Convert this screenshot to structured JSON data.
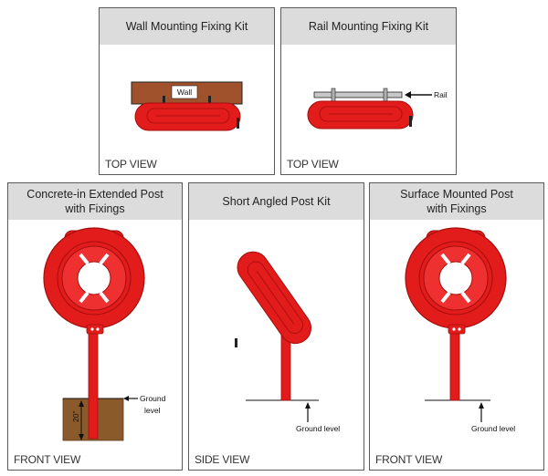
{
  "panels": {
    "wall": {
      "title": "Wall Mounting Fixing Kit",
      "view": "TOP VIEW",
      "label_wall": "Wall"
    },
    "rail": {
      "title": "Rail Mounting Fixing Kit",
      "view": "TOP VIEW",
      "label_rail": "Rail"
    },
    "concrete": {
      "title_line1": "Concrete-in Extended Post",
      "title_line2": "with Fixings",
      "view": "FRONT VIEW",
      "label_ground1": "Ground",
      "label_ground2": "level",
      "label_depth": "20\""
    },
    "angled": {
      "title": "Short Angled Post Kit",
      "view": "SIDE VIEW",
      "label_ground": "Ground level"
    },
    "surface": {
      "title_line1": "Surface Mounted Post",
      "title_line2": "with Fixings",
      "view": "FRONT VIEW",
      "label_ground": "Ground level"
    }
  },
  "colors": {
    "red": "#e21b1b",
    "dark_red": "#a50e0e",
    "wood": "#a0522d",
    "soil": "#8b5a2b",
    "header": "#dcdcdc"
  }
}
